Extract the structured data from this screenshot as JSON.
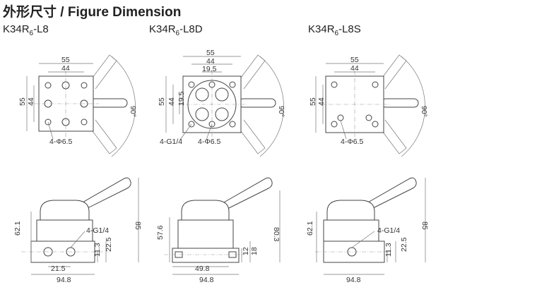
{
  "title": "外形尺寸 / Figure Dimension",
  "models": [
    {
      "base": "K34R",
      "sub": "6",
      "suffix": "-L8"
    },
    {
      "base": "K34R",
      "sub": "6",
      "suffix": "-L8D"
    },
    {
      "base": "K34R",
      "sub": "6",
      "suffix": "-L8S"
    }
  ],
  "top_views": [
    {
      "w1": "55",
      "w2": "44",
      "h1": "55",
      "h2": "44",
      "angle": "90°",
      "hole": "4-Φ6.5"
    },
    {
      "w1": "55",
      "w2": "44",
      "w3": "19.5",
      "h1": "55",
      "h2": "44",
      "h3": "19.5",
      "angle": "90°",
      "port": "4-G1/4",
      "hole": "4-Φ6.5"
    },
    {
      "w1": "55",
      "w2": "44",
      "h1": "55",
      "h2": "44",
      "angle": "90°",
      "hole": "4-Φ6.5"
    }
  ],
  "side_views": [
    {
      "height": "62.1",
      "total": "85",
      "port": "4-G1/4",
      "p1": "22.5",
      "p2": "11.3",
      "pitch": "21.5",
      "width": "94.8"
    },
    {
      "height": "57.6",
      "total": "80.3",
      "p1": "18",
      "p2": "12",
      "pitch": "49.8",
      "width": "94.8"
    },
    {
      "height": "62.1",
      "total": "85",
      "port": "4-G1/4",
      "p1": "22.5",
      "p2": "11.3",
      "width": "94.8"
    }
  ]
}
